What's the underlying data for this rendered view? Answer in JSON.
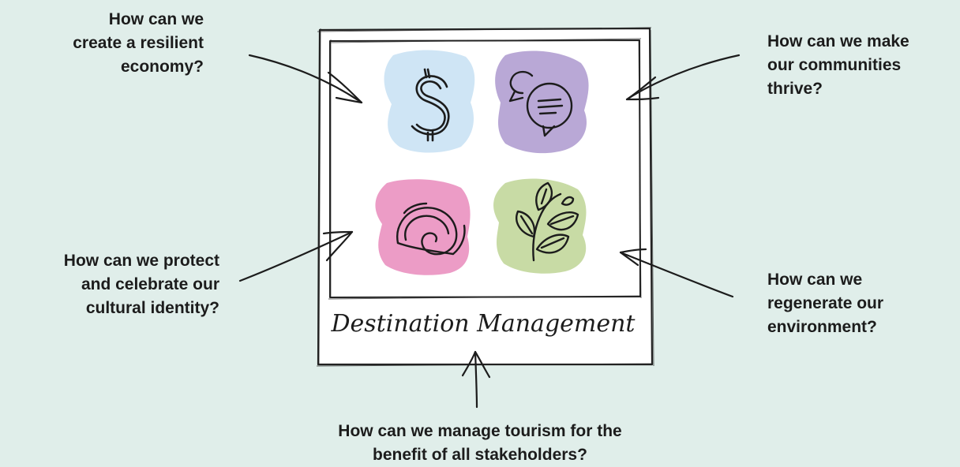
{
  "background_color": "#e0eeea",
  "frame": {
    "caption": "Destination Management",
    "icons": [
      {
        "name": "dollar-icon",
        "blob_color": "#cfe5f5"
      },
      {
        "name": "speech-bubble-icon",
        "blob_color": "#b9a8d6"
      },
      {
        "name": "koru-icon",
        "blob_color": "#ec9cc6"
      },
      {
        "name": "leaves-icon",
        "blob_color": "#c8dba5"
      }
    ]
  },
  "questions": {
    "economy": [
      "How can we",
      "create a resilient",
      "economy?"
    ],
    "culture": [
      "How can we protect",
      "and celebrate our",
      "cultural identity?"
    ],
    "community": [
      "How can we make",
      "our communities",
      "thrive?"
    ],
    "environment": [
      "How can we",
      "regenerate our",
      "environment?"
    ],
    "tourism": [
      "How can we manage tourism for the",
      "benefit of all stakeholders?"
    ]
  }
}
